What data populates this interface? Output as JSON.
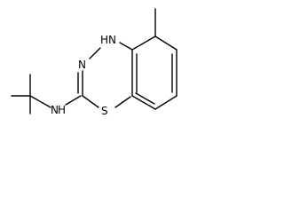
{
  "structure": {
    "atoms": {
      "nh_tbu": "N",
      "h_tbu": "H",
      "n_ring": "N",
      "nh_ring_h": "H",
      "nh_ring_n": "N",
      "s_ring": "S"
    }
  },
  "colors": {
    "line": "#000000",
    "background": "#ffffff"
  }
}
